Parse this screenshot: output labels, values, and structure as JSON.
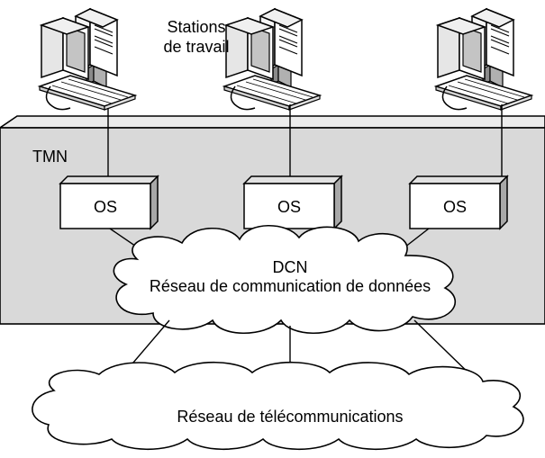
{
  "workstations": {
    "label_line1": "Stations",
    "label_line2": "de travail"
  },
  "tmn": {
    "label": "TMN"
  },
  "os_boxes": [
    {
      "label": "OS"
    },
    {
      "label": "OS"
    },
    {
      "label": "OS"
    }
  ],
  "dcn": {
    "label_line1": "DCN",
    "label_line2": "Réseau de communication de données"
  },
  "telecom_network": {
    "label": "Réseau de télécommunications"
  },
  "colors": {
    "tmn_fill": "#d9d9d9",
    "stroke": "#000000",
    "box_side": "#a8a8a8",
    "box_top": "#e2e2e2",
    "screen": "#c4c4c4"
  },
  "icons": {
    "workstation": "desktop-computer-icon",
    "os": "3d-box-icon",
    "cloud": "cloud-icon"
  }
}
